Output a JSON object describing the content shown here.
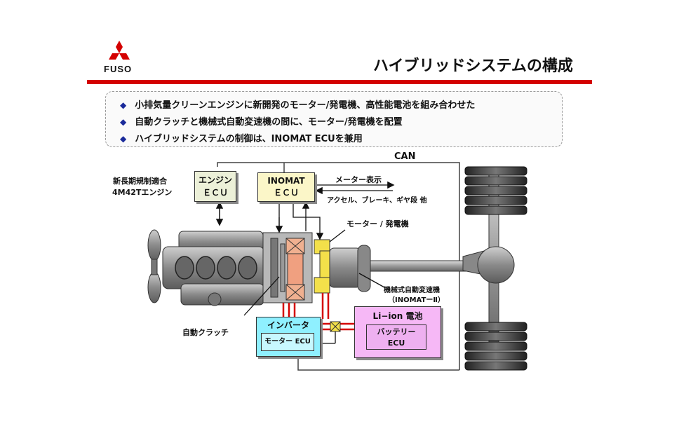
{
  "header": {
    "logo_text": "FUSO",
    "title": "ハイブリッドシステムの構成"
  },
  "bullets": [
    "小排気量クリーンエンジンに新開発のモーター/発電機、高性能電池を組み合わせた",
    "自動クラッチと機械式自動変速機の間に、モーター/発電機を配置",
    "ハイブリッドシステムの制御は、INOMAT ECUを兼用"
  ],
  "diagram": {
    "can_label": "CAN",
    "engine_label_1": "新長期規制適合",
    "engine_label_2": "4M42Tエンジン",
    "engine_ecu_1": "エンジン",
    "engine_ecu_2": "ＥＣＵ",
    "inomat_ecu_1": "INOMAT",
    "inomat_ecu_2": "ＥＣＵ",
    "meter_label": "メーター表示",
    "controls_label": "アクセル、ブレーキ、ギヤ段 他",
    "motor_label": "モーター / 発電機",
    "transmission_label_1": "機械式自動変速機",
    "transmission_label_2": "（INOMATーⅡ）",
    "clutch_label": "自動クラッチ",
    "inverter_title": "インバータ",
    "motor_ecu": "モーター ECU",
    "battery_title": "Li−ion 電池",
    "battery_ecu_1": "バッテリー",
    "battery_ecu_2": "ECU"
  },
  "colors": {
    "accent_red": "#d40000",
    "bullet_blue": "#1a2a9a",
    "ecu_box": "#ecf0d8",
    "inomat_box": "#fbf6c8",
    "inverter_box": "#8ff0ff",
    "battery_box": "#f6b8f6"
  }
}
